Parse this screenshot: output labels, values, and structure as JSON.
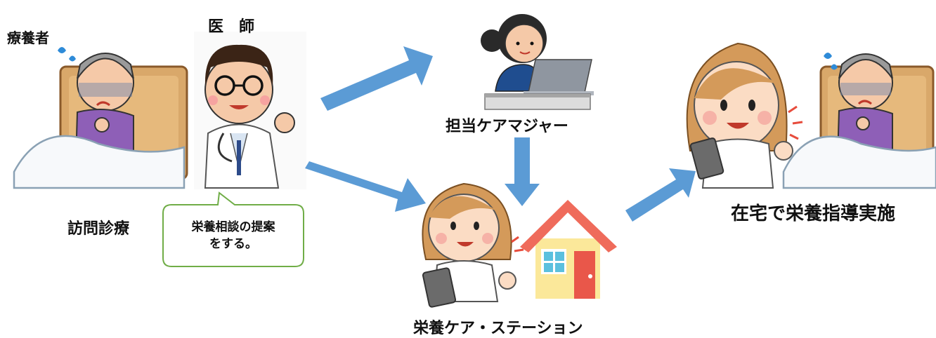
{
  "labels": {
    "patient": "療養者",
    "doctor": "医　師",
    "visit": "訪問診療",
    "bubble_line1": "栄養相談の提案",
    "bubble_line2": "をする。",
    "care_manager": "担当ケアマジャー",
    "station": "栄養ケア・ステーション",
    "home_guidance": "在宅で栄養指導実施"
  },
  "colors": {
    "arrow": "#5b9bd5",
    "bubble_border": "#70ad47",
    "house_roof": "#ef6b5b",
    "house_wall": "#fbe89a",
    "house_door": "#e9574a",
    "house_window": "#5bc0de"
  },
  "icons": [
    "patient-in-bed-illustration",
    "doctor-illustration",
    "care-manager-illustration",
    "dietitian-illustration",
    "house-icon",
    "dietitian-home-illustration",
    "patient-in-bed-right-illustration"
  ]
}
